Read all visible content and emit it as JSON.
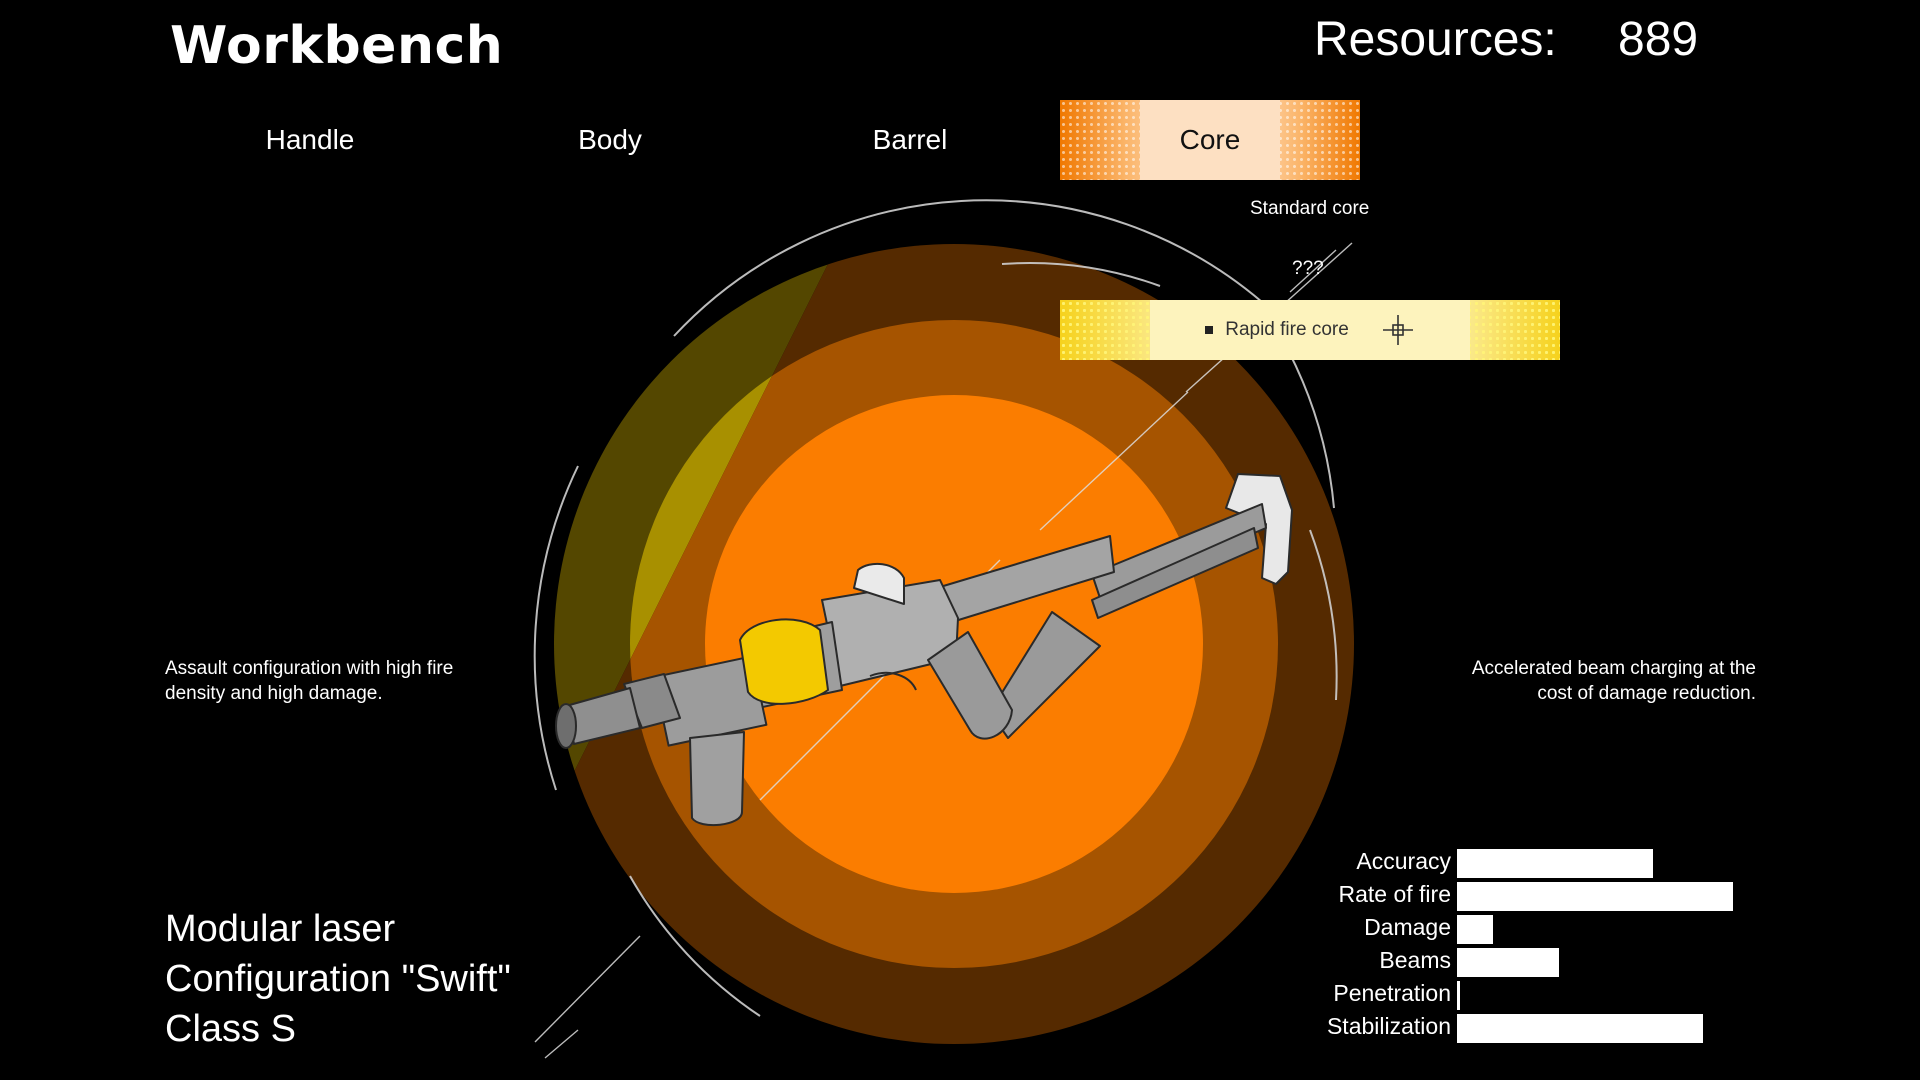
{
  "header": {
    "title": "Workbench",
    "resources_label": "Resources:",
    "resources_value": "889"
  },
  "tabs": [
    {
      "label": "Handle",
      "active": false
    },
    {
      "label": "Body",
      "active": false
    },
    {
      "label": "Barrel",
      "active": false
    },
    {
      "label": "Core",
      "active": true
    }
  ],
  "core_options": {
    "standard": "Standard core",
    "unknown": "???",
    "rapid": "Rapid fire core"
  },
  "descriptions": {
    "left": "Assault configuration with high fire density and high damage.",
    "right": "Accelerated beam charging at the cost of damage reduction."
  },
  "weapon": {
    "line1": "Modular laser",
    "line2": "Configuration \"Swift\"",
    "line3": "Class S"
  },
  "stats": [
    {
      "label": "Accuracy",
      "value": 0.71
    },
    {
      "label": "Rate of fire",
      "value": 1.0
    },
    {
      "label": "Damage",
      "value": 0.13
    },
    {
      "label": "Beams",
      "value": 0.37
    },
    {
      "label": "Penetration",
      "value": 0.01
    },
    {
      "label": "Stabilization",
      "value": 0.89
    }
  ],
  "colors": {
    "yellow_outer": "#544700",
    "yellow_mid": "#a89000",
    "yellow_inner": "#fbd600",
    "orange_outer": "#552a00",
    "orange_mid": "#a65400",
    "orange_inner": "#fb7d00",
    "tab_active": "#fde0c2",
    "option_highlight": "#fdf3bd"
  },
  "icons": {
    "plus": "crosshair-plus-icon",
    "bullet": "square-bullet-icon"
  }
}
